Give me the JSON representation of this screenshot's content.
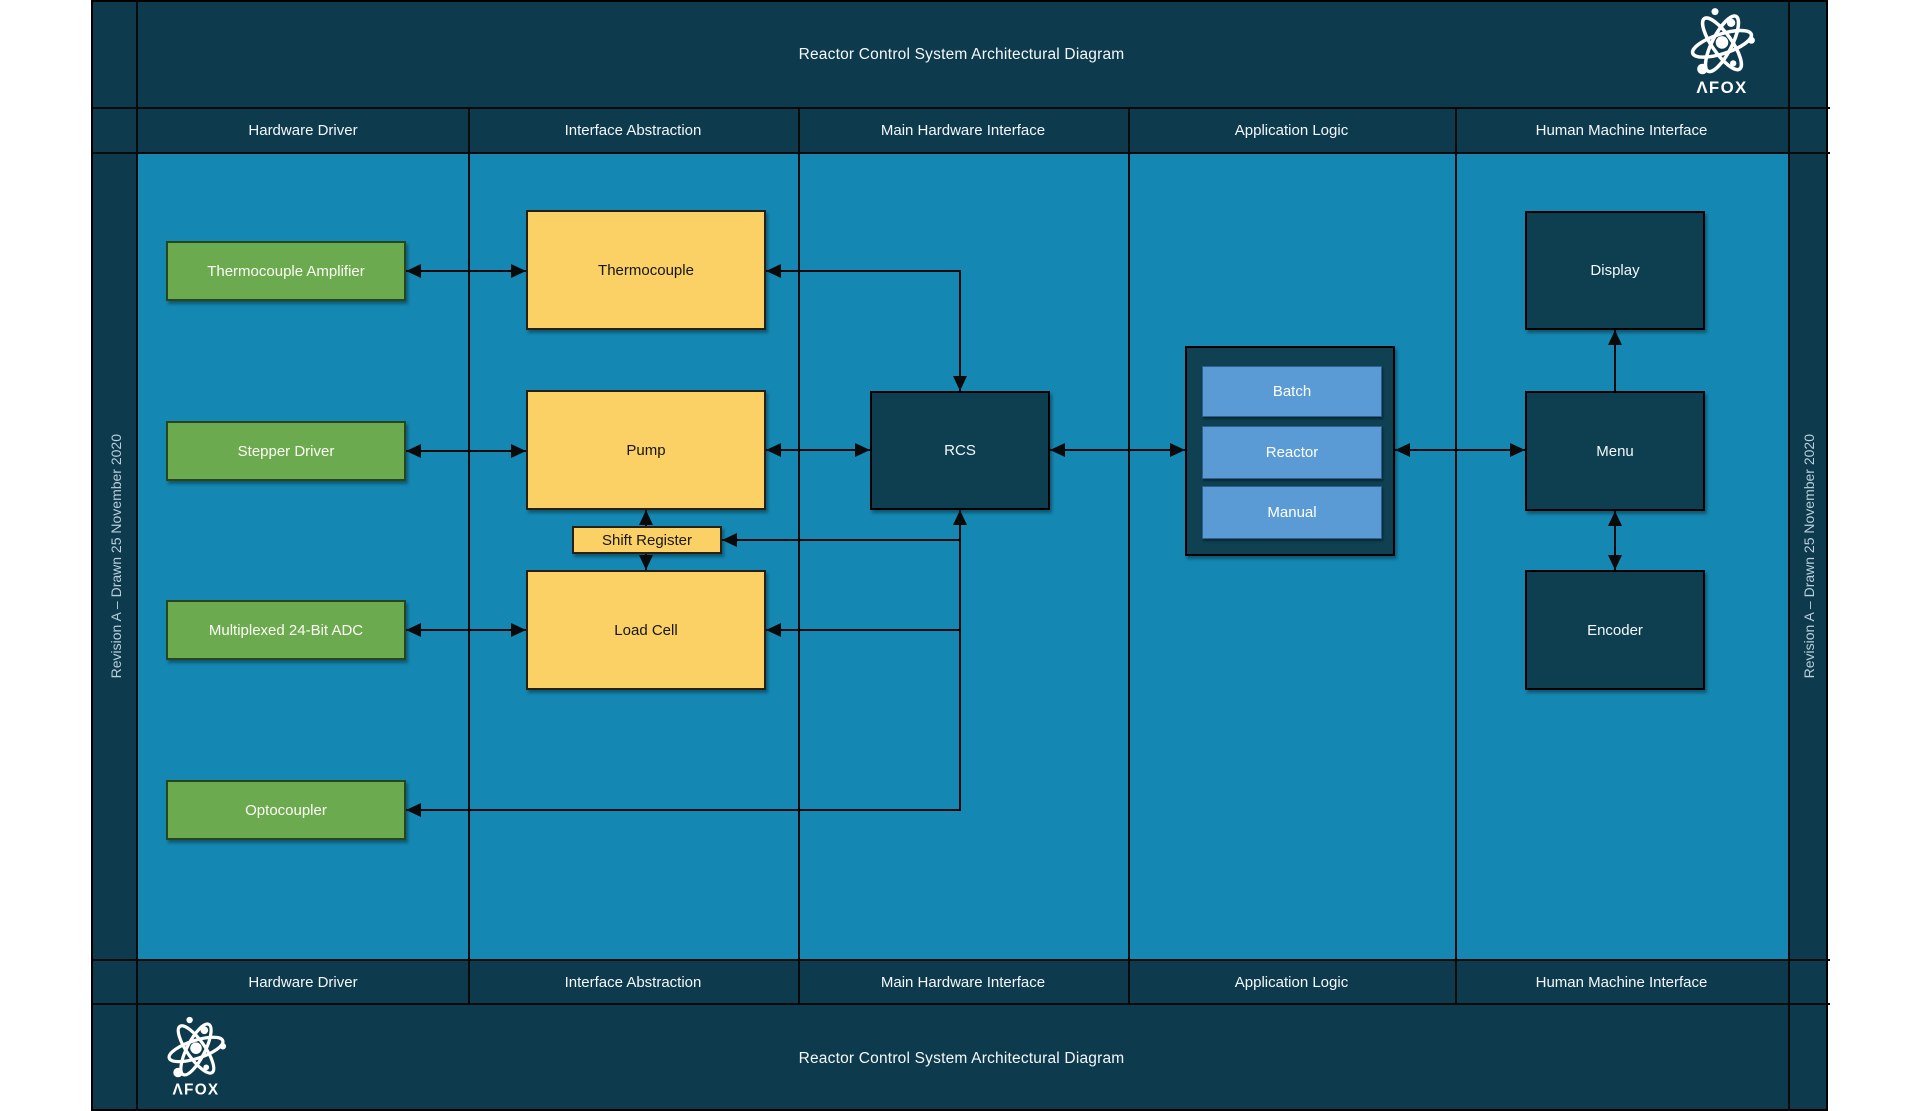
{
  "title": "Reactor Control System Architectural Diagram",
  "revision_note": "Revision A – Drawn 25 November 2020",
  "logo_text": "ΛFOX",
  "lanes": [
    "Hardware Driver",
    "Interface Abstraction",
    "Main Hardware Interface",
    "Application Logic",
    "Human Machine Interface"
  ],
  "nodes": {
    "thermocouple_amplifier": "Thermocouple Amplifier",
    "stepper_driver": "Stepper Driver",
    "multiplexed_adc": "Multiplexed 24-Bit ADC",
    "optocoupler": "Optocoupler",
    "thermocouple": "Thermocouple",
    "pump": "Pump",
    "shift_register": "Shift Register",
    "load_cell": "Load Cell",
    "rcs": "RCS",
    "app_modes": [
      "Batch",
      "Reactor",
      "Manual"
    ],
    "display": "Display",
    "menu": "Menu",
    "encoder": "Encoder"
  },
  "colors": {
    "page_bg": "#ffffff",
    "frame_bg": "#0d3a4c",
    "lane_bg": "#1488b2",
    "node_dark": "#0d3f50",
    "node_green": "#6baa4f",
    "node_yellow": "#fbd165",
    "mode_blue": "#5b9bd5",
    "line": "#0a0a0a",
    "text_light": "#f4f8fa",
    "text_side": "#b9cfdc"
  }
}
